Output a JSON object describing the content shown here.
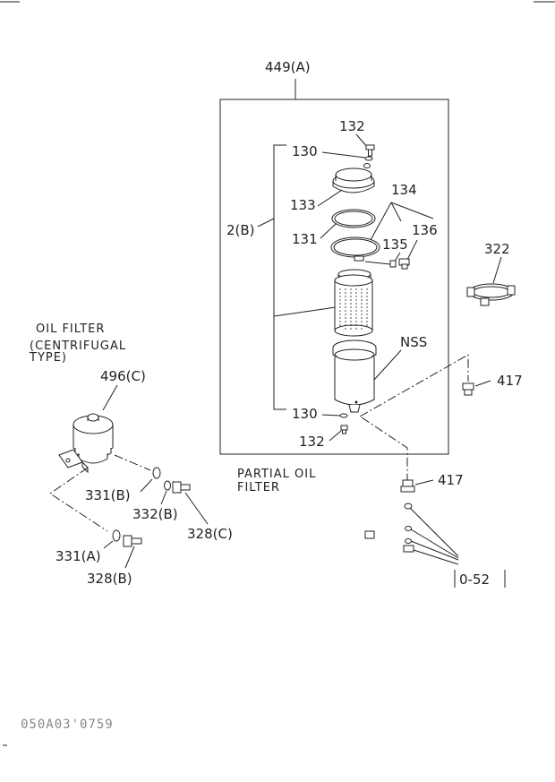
{
  "assembly": {
    "label": "449(A)"
  },
  "callouts": {
    "c132_top": "132",
    "c130_top": "130",
    "c133": "133",
    "c2b": "2(B)",
    "c131": "131",
    "c134": "134",
    "c135": "135",
    "c136": "136",
    "c322": "322",
    "nss": "NSS",
    "c417_right": "417",
    "c130_bottom": "130",
    "c132_bottom": "132",
    "c417_bottom": "417",
    "c052": "0-52",
    "c496c": "496(C)",
    "c331b": "331(B)",
    "c332b": "332(B)",
    "c328c": "328(C)",
    "c331a": "331(A)",
    "c328b": "328(B)"
  },
  "captions": {
    "oil_filter_line1": "OIL FILTER",
    "oil_filter_line2": "(CENTRIFUGAL",
    "oil_filter_line3": "TYPE)",
    "partial_line1": "PARTIAL OIL",
    "partial_line2": "FILTER"
  },
  "drawing_code": "050A03'0759"
}
